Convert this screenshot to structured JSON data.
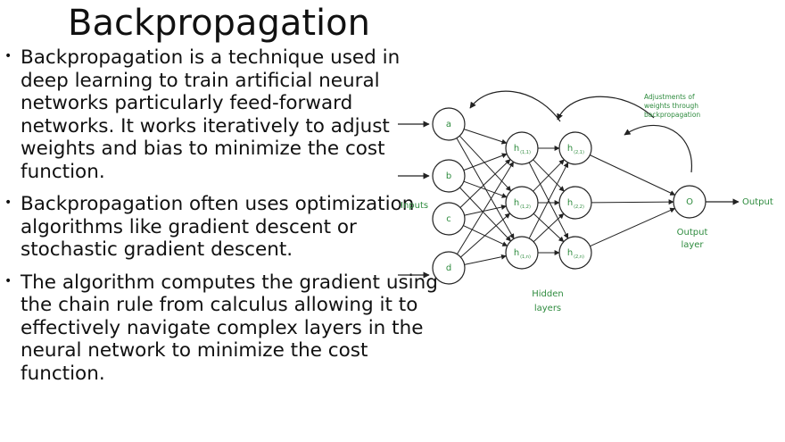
{
  "slide": {
    "title": "Backpropagation",
    "bullets": [
      "Backpropagation is a technique used in deep learning to train artificial neural networks particularly feed-forward networks. It works iteratively to adjust weights and bias to minimize the cost function.",
      "Backpropagation often uses optimization algorithms like gradient descent or stochastic gradient descent.",
      " The algorithm computes the gradient using the chain rule from calculus allowing it to effectively navigate complex layers in the neural network to minimize the cost function."
    ]
  },
  "diagram": {
    "inputs_label": "Inputs",
    "hidden_label_line1": "Hidden",
    "hidden_label_line2": "layers",
    "output_layer_line1": "Output",
    "output_layer_line2": "layer",
    "output_arrow_label": "Output",
    "adjust_note_line1": "Adjustments of",
    "adjust_note_line2": "weights through",
    "adjust_note_line3": "backpropagation",
    "input_nodes": [
      "a",
      "b",
      "c",
      "d"
    ],
    "hidden1_nodes": [
      "h",
      "h",
      "h"
    ],
    "hidden1_subs": [
      "(1,1)",
      "(1,2)",
      "(1,n)"
    ],
    "hidden2_nodes": [
      "h",
      "h",
      "h"
    ],
    "hidden2_subs": [
      "(2,1)",
      "(2,2)",
      "(2,n)"
    ],
    "output_node": "O",
    "colors": {
      "green_text": "#2e8b3e",
      "lines": "#222222"
    }
  }
}
